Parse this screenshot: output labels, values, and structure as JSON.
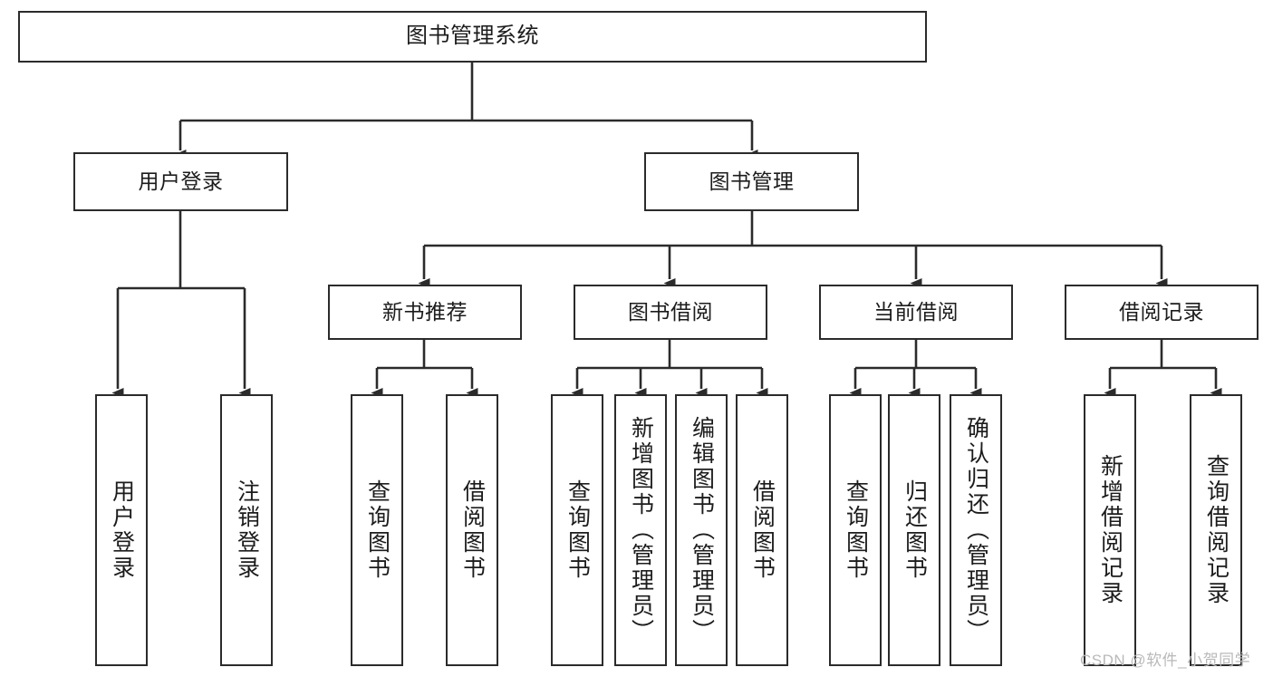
{
  "diagram": {
    "title": "图书管理系统",
    "watermark": "CSDN @软件_小贺同学",
    "colors": {
      "stroke": "#2b2b2b",
      "fill": "#ffffff",
      "text": "#1c1c1c",
      "watermark": "#b9b9b9"
    },
    "nodes": {
      "root": "图书管理系统",
      "level2": [
        "用户登录",
        "图书管理"
      ],
      "level3": [
        "新书推荐",
        "图书借阅",
        "当前借阅",
        "借阅记录"
      ],
      "leaves": {
        "user_login": [
          "用户登录",
          "注销登录"
        ],
        "new_book": [
          "查询图书",
          "借阅图书"
        ],
        "book_borrow": [
          "查询图书",
          "新增图书（管理员）",
          "编辑图书（管理员）",
          "借阅图书"
        ],
        "current_borrow": [
          "查询图书",
          "归还图书",
          "确认归还（管理员）"
        ],
        "borrow_record": [
          "新增借阅记录",
          "查询借阅记录"
        ]
      }
    }
  }
}
